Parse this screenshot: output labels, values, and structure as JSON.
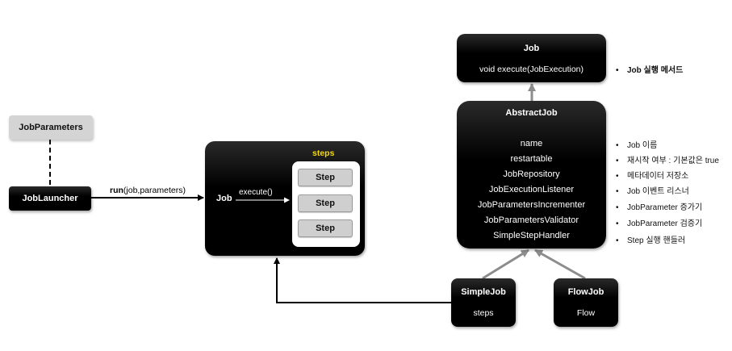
{
  "job_parameters": "JobParameters",
  "job_launcher": "JobLauncher",
  "run_call": {
    "method": "run",
    "args": "(job,parameters)"
  },
  "job_container": {
    "label": "Job",
    "call": "execute()",
    "steps_title": "steps",
    "steps": [
      "Step",
      "Step",
      "Step"
    ]
  },
  "job_interface": {
    "title": "Job",
    "method": "void execute(JobExecution)"
  },
  "abstract_job": {
    "title": "AbstractJob",
    "props": [
      "name",
      "restartable",
      "JobRepository",
      "JobExecutionListener",
      "JobParametersIncrementer",
      "JobParametersValidator",
      "SimpleStepHandler"
    ]
  },
  "notes": {
    "job": "Job 실행 메서드",
    "props": [
      "Job 이름",
      "재시작 여부 : 기본값은 true",
      "메타데이터 저장소",
      "Job 이벤트 리스너",
      "JobParameter  증가기",
      "JobParameter  검증기",
      "Step 실행 핸들러"
    ]
  },
  "simple_job": {
    "title": "SimpleJob",
    "sub": "steps"
  },
  "flow_job": {
    "title": "FlowJob",
    "sub": "Flow"
  },
  "colors": {
    "box": "#000000",
    "steps_title": "#f5d90a",
    "param_box": "#d4d4d4"
  }
}
